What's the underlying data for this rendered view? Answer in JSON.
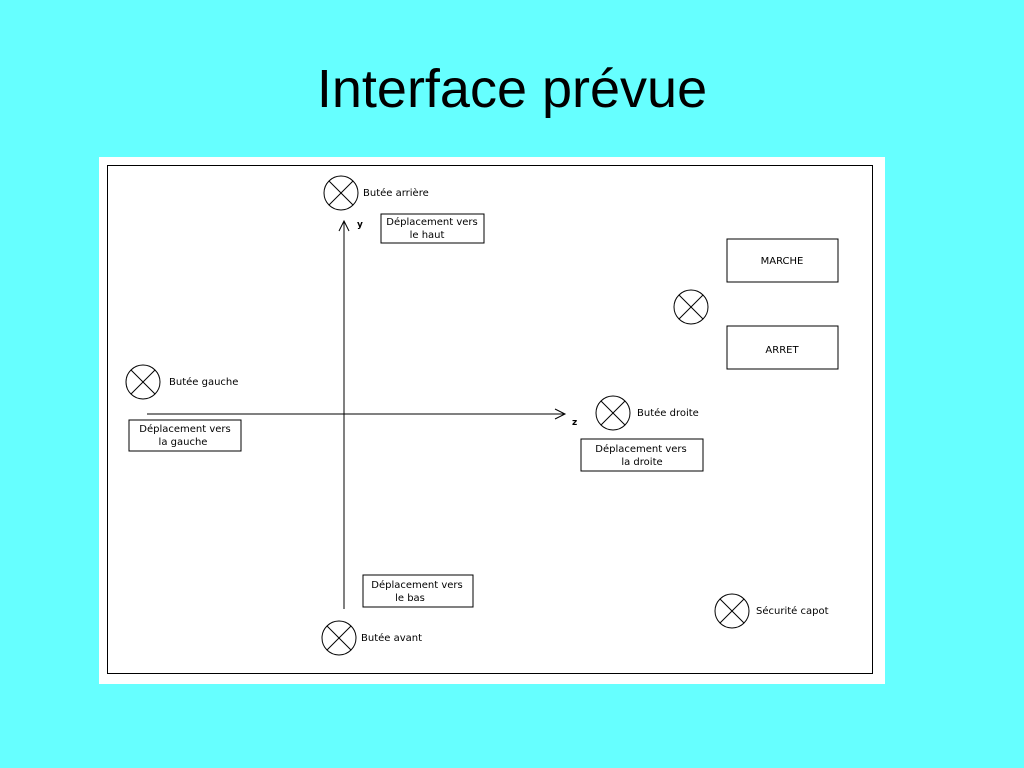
{
  "title": "Interface prévue",
  "axes": {
    "y_label": "y",
    "z_label": "z"
  },
  "indicators": {
    "butee_arriere": "Butée arrière",
    "butee_gauche": "Butée gauche",
    "butee_droite": "Butée droite",
    "butee_avant": "Butée avant",
    "securite_capot": "Sécurité capot"
  },
  "buttons": {
    "up": [
      "Déplacement vers",
      "le haut"
    ],
    "left": [
      "Déplacement vers",
      "la gauche"
    ],
    "right": [
      "Déplacement vers",
      "la droite"
    ],
    "down": [
      "Déplacement vers",
      "le bas"
    ],
    "marche": "MARCHE",
    "arret": "ARRET"
  }
}
